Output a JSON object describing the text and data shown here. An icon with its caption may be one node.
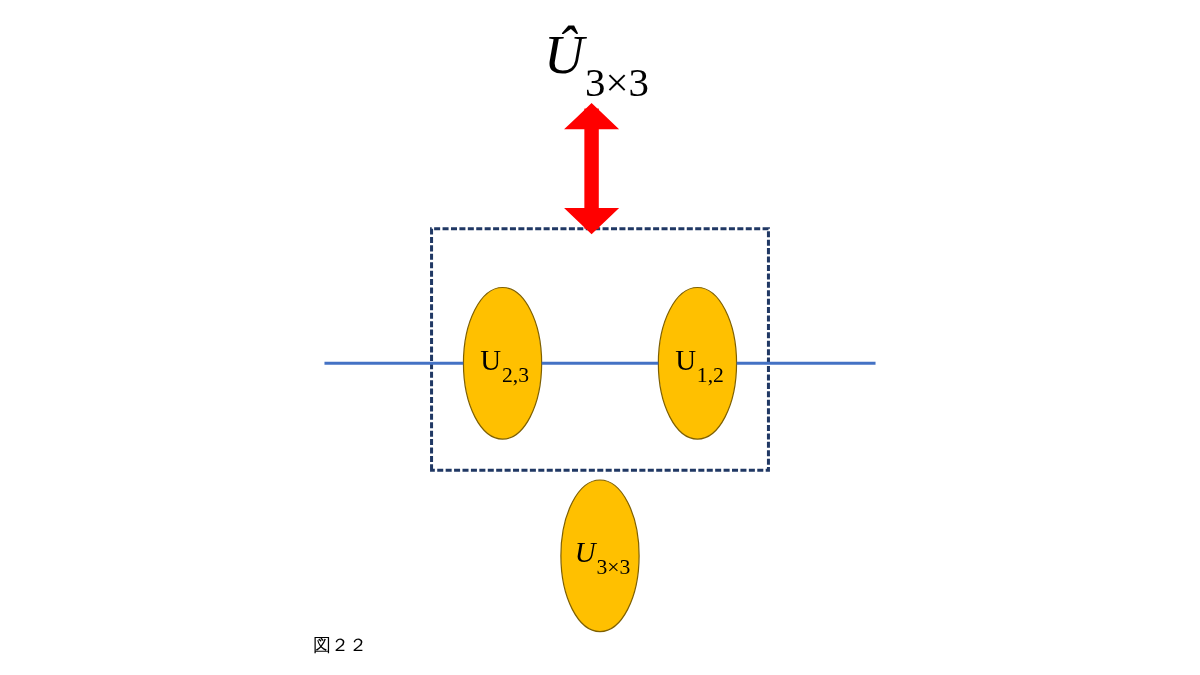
{
  "diagram": {
    "caption": "図２２",
    "nodes": [
      {
        "text": [
          "*Û*$_{3×3}$"
        ]
      },
      {
        "text": [],
        "shape": "box"
      },
      {
        "text": [
          "U$_{2,3}$"
        ],
        "in": 1
      },
      {
        "text": [
          "U$_{1,2}$"
        ],
        "in": 1
      },
      {
        "text": [
          "*U*$_{3×3}$"
        ]
      }
    ],
    "edges": [
      {
        "from": 0,
        "to": 1,
        "arrow": "both",
        "style": "thick",
        "color": "#ff0000"
      },
      {
        "from": null,
        "to": 2,
        "arrow": "none"
      },
      {
        "from": 2,
        "to": 3,
        "arrow": "none"
      },
      {
        "from": 3,
        "to": null,
        "arrow": "none"
      }
    ]
  }
}
